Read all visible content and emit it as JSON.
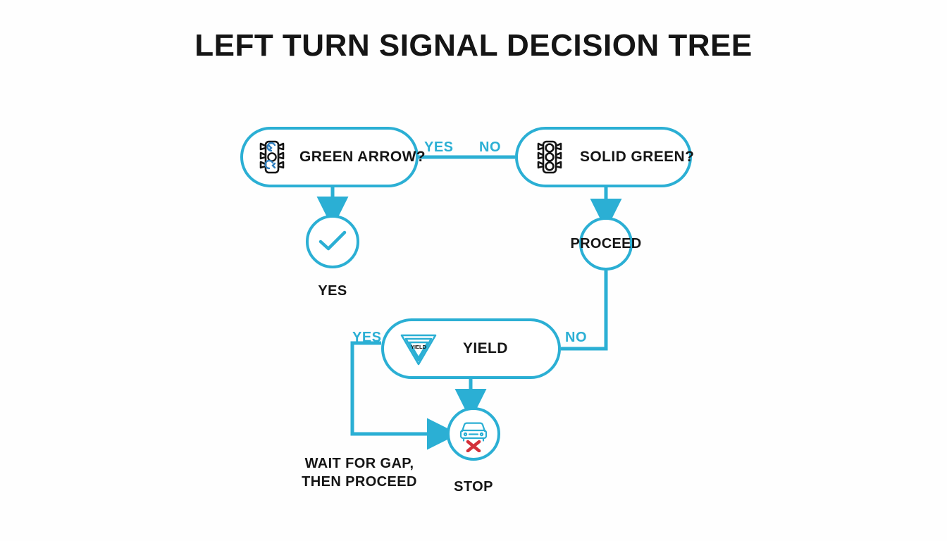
{
  "title": "LEFT TURN SIGNAL DECISION TREE",
  "colors": {
    "accent": "#2bafd4",
    "text": "#151515",
    "danger": "#d3303a",
    "background": "#fefefe"
  },
  "nodes": {
    "green_arrow": {
      "label": "GREEN ARROW?",
      "icon": "traffic-light-arrow-icon",
      "type": "decision"
    },
    "solid_green": {
      "label": "SOLID GREEN?",
      "icon": "traffic-light-icon",
      "type": "decision"
    },
    "yield": {
      "label": "YIELD",
      "icon": "yield-sign-icon",
      "icon_text": "YIELD",
      "type": "decision"
    },
    "yes_circle": {
      "label": "",
      "icon": "check-icon",
      "type": "outcome"
    },
    "proceed": {
      "label": "PROCEED",
      "type": "outcome"
    },
    "stop": {
      "label": "",
      "icon": "car-no-entry-icon",
      "type": "outcome"
    }
  },
  "captions": {
    "yes": "YES",
    "stop": "STOP",
    "wait_line1": "WAIT FOR GAP,",
    "wait_line2": "THEN PROCEED"
  },
  "edge_labels": {
    "yes_top": "YES",
    "no_top": "NO",
    "yes_yield": "YES",
    "no_yield": "NO"
  },
  "chart_data": {
    "type": "diagram",
    "title": "LEFT TURN SIGNAL DECISION TREE",
    "nodes": [
      {
        "id": "green_arrow",
        "label": "GREEN ARROW?",
        "shape": "pill",
        "icon": "traffic-light-arrow-icon"
      },
      {
        "id": "solid_green",
        "label": "SOLID GREEN?",
        "shape": "pill",
        "icon": "traffic-light-icon"
      },
      {
        "id": "yes_circle",
        "label": "YES",
        "shape": "circle",
        "icon": "check-icon"
      },
      {
        "id": "proceed",
        "label": "PROCEED",
        "shape": "circle"
      },
      {
        "id": "yield",
        "label": "YIELD",
        "shape": "pill",
        "icon": "yield-sign-icon"
      },
      {
        "id": "stop",
        "label": "STOP",
        "shape": "circle",
        "icon": "car-no-entry-icon"
      }
    ],
    "edges": [
      {
        "from": "green_arrow",
        "to": "yes_circle",
        "label": ""
      },
      {
        "from": "green_arrow",
        "to": "solid_green",
        "label": "YES / NO"
      },
      {
        "from": "solid_green",
        "to": "proceed",
        "label": ""
      },
      {
        "from": "proceed",
        "to": "yield",
        "label": "NO"
      },
      {
        "from": "yield",
        "to": "stop",
        "label": ""
      },
      {
        "from": "yield",
        "to": "stop",
        "label": "YES"
      }
    ]
  }
}
